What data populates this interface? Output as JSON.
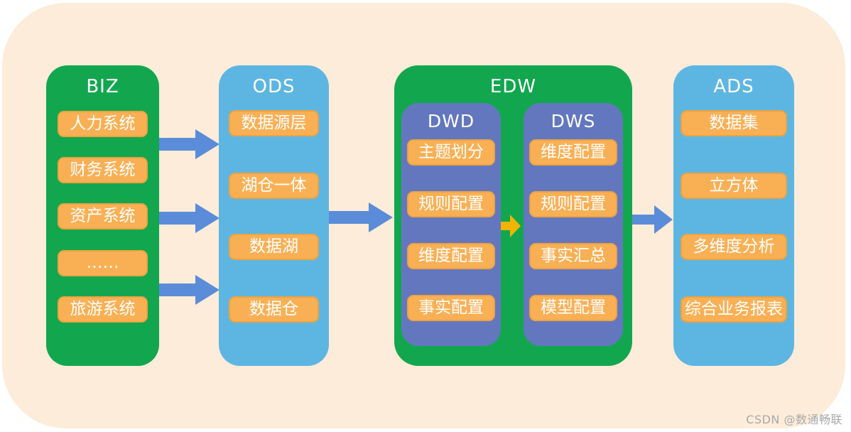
{
  "palette": {
    "background": "#ffffff",
    "canvas": "#fdecd9",
    "green": "#12a74f",
    "blue": "#5db6e2",
    "purple": "#6377bf",
    "orange": "#f9b055",
    "orange_border": "#eea23f",
    "arrow_blue": "#5b8cd9",
    "arrow_yellow": "#f1b400",
    "text_white": "#ffffff",
    "watermark": "#a9a9a9"
  },
  "diagram": {
    "biz": {
      "title": "BIZ",
      "items": [
        "人力系统",
        "财务系统",
        "资产系统",
        "……",
        "旅游系统"
      ]
    },
    "ods": {
      "title": "ODS",
      "items": [
        "数据源层",
        "湖仓一体",
        "数据湖",
        "数据仓"
      ]
    },
    "edw": {
      "title": "EDW",
      "dwd": {
        "title": "DWD",
        "items": [
          "主题划分",
          "规则配置",
          "维度配置",
          "事实配置"
        ]
      },
      "dws": {
        "title": "DWS",
        "items": [
          "维度配置",
          "规则配置",
          "事实汇总",
          "模型配置"
        ]
      }
    },
    "ads": {
      "title": "ADS",
      "items": [
        "数据集",
        "立方体",
        "多维度分析",
        "综合业务报表"
      ]
    }
  },
  "watermark": "CSDN @数通畅联"
}
